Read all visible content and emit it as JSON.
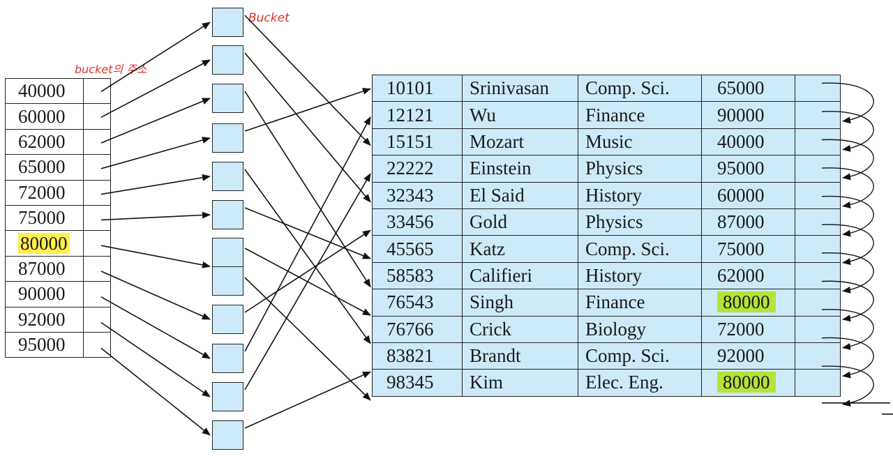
{
  "annotations": {
    "bucket_label": "Bucket",
    "address_label": "bucket의 주소"
  },
  "index": {
    "keys": [
      "40000",
      "60000",
      "62000",
      "65000",
      "72000",
      "75000",
      "80000",
      "87000",
      "90000",
      "92000",
      "95000"
    ],
    "highlighted_key": "80000",
    "highlight_color": "#fff04f"
  },
  "bucket_count": 11,
  "file": {
    "rows": [
      [
        "10101",
        "Srinivasan",
        "Comp. Sci.",
        "65000"
      ],
      [
        "12121",
        "Wu",
        "Finance",
        "90000"
      ],
      [
        "15151",
        "Mozart",
        "Music",
        "40000"
      ],
      [
        "22222",
        "Einstein",
        "Physics",
        "95000"
      ],
      [
        "32343",
        "El Said",
        "History",
        "60000"
      ],
      [
        "33456",
        "Gold",
        "Physics",
        "87000"
      ],
      [
        "45565",
        "Katz",
        "Comp. Sci.",
        "75000"
      ],
      [
        "58583",
        "Califieri",
        "History",
        "62000"
      ],
      [
        "76543",
        "Singh",
        "Finance",
        "80000"
      ],
      [
        "76766",
        "Crick",
        "Biology",
        "72000"
      ],
      [
        "83821",
        "Brandt",
        "Comp. Sci.",
        "92000"
      ],
      [
        "98345",
        "Kim",
        "Elec. Eng.",
        "80000"
      ]
    ],
    "highlighted_rows": [
      8,
      11
    ],
    "highlight_color": "#b7e23a",
    "fill_color": "#cdeaf8"
  },
  "links": {
    "index_to_bucket": [
      0,
      1,
      2,
      3,
      4,
      5,
      6,
      7,
      8,
      9,
      10
    ],
    "bucket_to_rows": [
      [
        2
      ],
      [
        4
      ],
      [
        7
      ],
      [
        0
      ],
      [
        9
      ],
      [
        6
      ],
      [
        8,
        11
      ],
      [
        5
      ],
      [
        1
      ],
      [
        3
      ],
      [
        10
      ]
    ]
  }
}
